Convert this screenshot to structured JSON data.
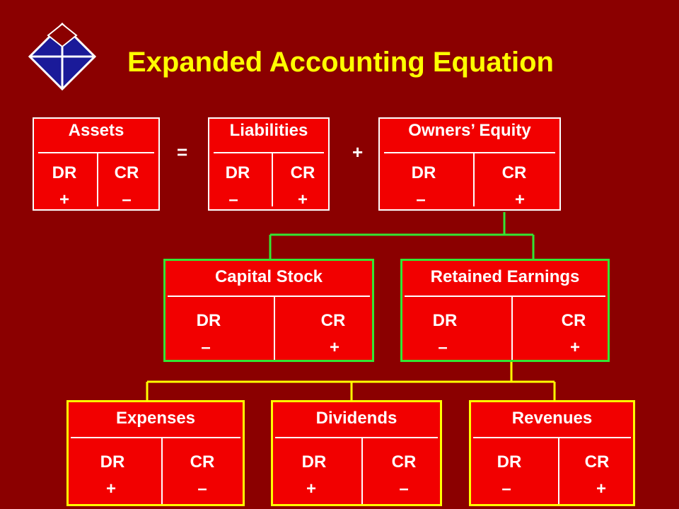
{
  "title": "Expanded Accounting Equation",
  "operators": {
    "equals": "=",
    "plus": "+"
  },
  "colors": {
    "background": "#8b0000",
    "box_fill": "#f20000",
    "title": "#ffff00",
    "equity_connector": "#33e633",
    "earnings_connector": "#ffff00",
    "logo": "#1a1a99"
  },
  "logo": {
    "icon": "diamond-logo-icon"
  },
  "accounts": {
    "assets": {
      "name": "Assets",
      "debit": "DR",
      "credit": "CR",
      "debit_sign": "+",
      "credit_sign": "–"
    },
    "liabilities": {
      "name": "Liabilities",
      "debit": "DR",
      "credit": "CR",
      "debit_sign": "–",
      "credit_sign": "+"
    },
    "owners_equity": {
      "name": "Owners’ Equity",
      "debit": "DR",
      "credit": "CR",
      "debit_sign": "–",
      "credit_sign": "+"
    },
    "capital_stock": {
      "name": "Capital Stock",
      "debit": "DR",
      "credit": "CR",
      "debit_sign": "–",
      "credit_sign": "+"
    },
    "retained_earnings": {
      "name": "Retained Earnings",
      "debit": "DR",
      "credit": "CR",
      "debit_sign": "–",
      "credit_sign": "+"
    },
    "expenses": {
      "name": "Expenses",
      "debit": "DR",
      "credit": "CR",
      "debit_sign": "+",
      "credit_sign": "–"
    },
    "dividends": {
      "name": "Dividends",
      "debit": "DR",
      "credit": "CR",
      "debit_sign": "+",
      "credit_sign": "–"
    },
    "revenues": {
      "name": "Revenues",
      "debit": "DR",
      "credit": "CR",
      "debit_sign": "–",
      "credit_sign": "+"
    }
  }
}
